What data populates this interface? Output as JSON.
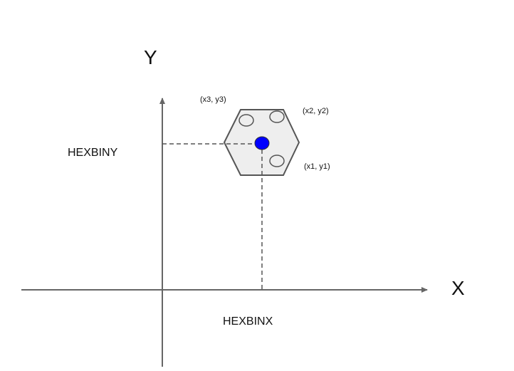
{
  "axes": {
    "y_label": "Y",
    "x_label": "X"
  },
  "bin_labels": {
    "hexbin_y": "HEXBINY",
    "hexbin_x": "HEXBINX"
  },
  "points": [
    {
      "label": "(x3, y3)"
    },
    {
      "label": "(x2, y2)"
    },
    {
      "label": "(x1, y1)"
    }
  ],
  "colors": {
    "center": "#0000ff",
    "hex_fill": "#eeeeee",
    "stroke": "#555555"
  }
}
